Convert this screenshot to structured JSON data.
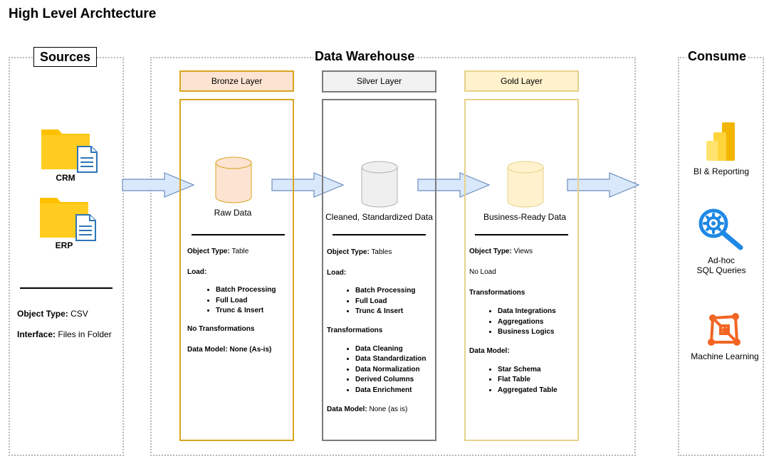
{
  "title": "High Level Archtecture",
  "groups": {
    "sources": "Sources",
    "warehouse": "Data Warehouse",
    "consume": "Consume"
  },
  "sources": {
    "crm": "CRM",
    "erp": "ERP",
    "object_type_label": "Object Type:",
    "object_type_value": " CSV",
    "interface_label": "Interface:",
    "interface_value": " Files in Folder"
  },
  "bronze": {
    "header": "Bronze Layer",
    "caption": "Raw Data",
    "object_type_label": "Object Type:",
    "object_type_value": " Table",
    "load_label": "Load:",
    "load_items": [
      "Batch Processing",
      "Full Load",
      "Trunc & Insert"
    ],
    "transformations": "No Transformations",
    "data_model": "Data Model: None (As-is)",
    "colors": {
      "header_fill": "#fce3d2",
      "border": "#d9a520",
      "cyl_fill": "#fce3d2"
    }
  },
  "silver": {
    "header": "Silver Layer",
    "caption": "Cleaned, Standardized Data",
    "object_type_label": "Object Type:",
    "object_type_value": " Tables",
    "load_label": "Load:",
    "load_items": [
      "Batch Processing",
      "Full Load",
      "Trunc & Insert"
    ],
    "transformations_label": "Transformations",
    "transformation_items": [
      "Data Cleaning",
      "Data Standardization",
      "Data Normalization",
      "Derived Columns",
      "Data Enrichment"
    ],
    "data_model_label": "Data Model:",
    "data_model_value": " None (as is)",
    "colors": {
      "header_fill": "#f2f2f2",
      "border": "#7a7a7a",
      "cyl_fill": "#efefef"
    }
  },
  "gold": {
    "header": "Gold Layer",
    "caption": "Business-Ready Data",
    "object_type_label": "Object Type:",
    "object_type_value": " Views",
    "load": "No Load",
    "transformations_label": "Transformations",
    "transformation_items": [
      "Data Integrations",
      "Aggregations",
      "Business Logics"
    ],
    "data_model_label": "Data Model:",
    "data_model_items": [
      "Star Schema",
      "Flat Table",
      "Aggregated Table"
    ],
    "colors": {
      "header_fill": "#fff2cc",
      "border": "#e6d28a",
      "cyl_fill": "#fff2cc"
    }
  },
  "consume": {
    "bi": "BI & Reporting",
    "adhoc_line1": "Ad-hoc",
    "adhoc_line2": "SQL Queries",
    "ml": "Machine Learning"
  },
  "icons": [
    "folder-icon",
    "document-icon",
    "database-icon",
    "bar-chart-icon",
    "magnifier-gear-icon",
    "network-icon",
    "arrow-right-icon"
  ],
  "colors": {
    "arrow_fill": "#dae8fc",
    "arrow_stroke": "#6c8ebf",
    "folder": "#ffc000",
    "doc_blue": "#2e75b6",
    "search_blue": "#1e88e5",
    "ml_orange": "#f26522"
  }
}
